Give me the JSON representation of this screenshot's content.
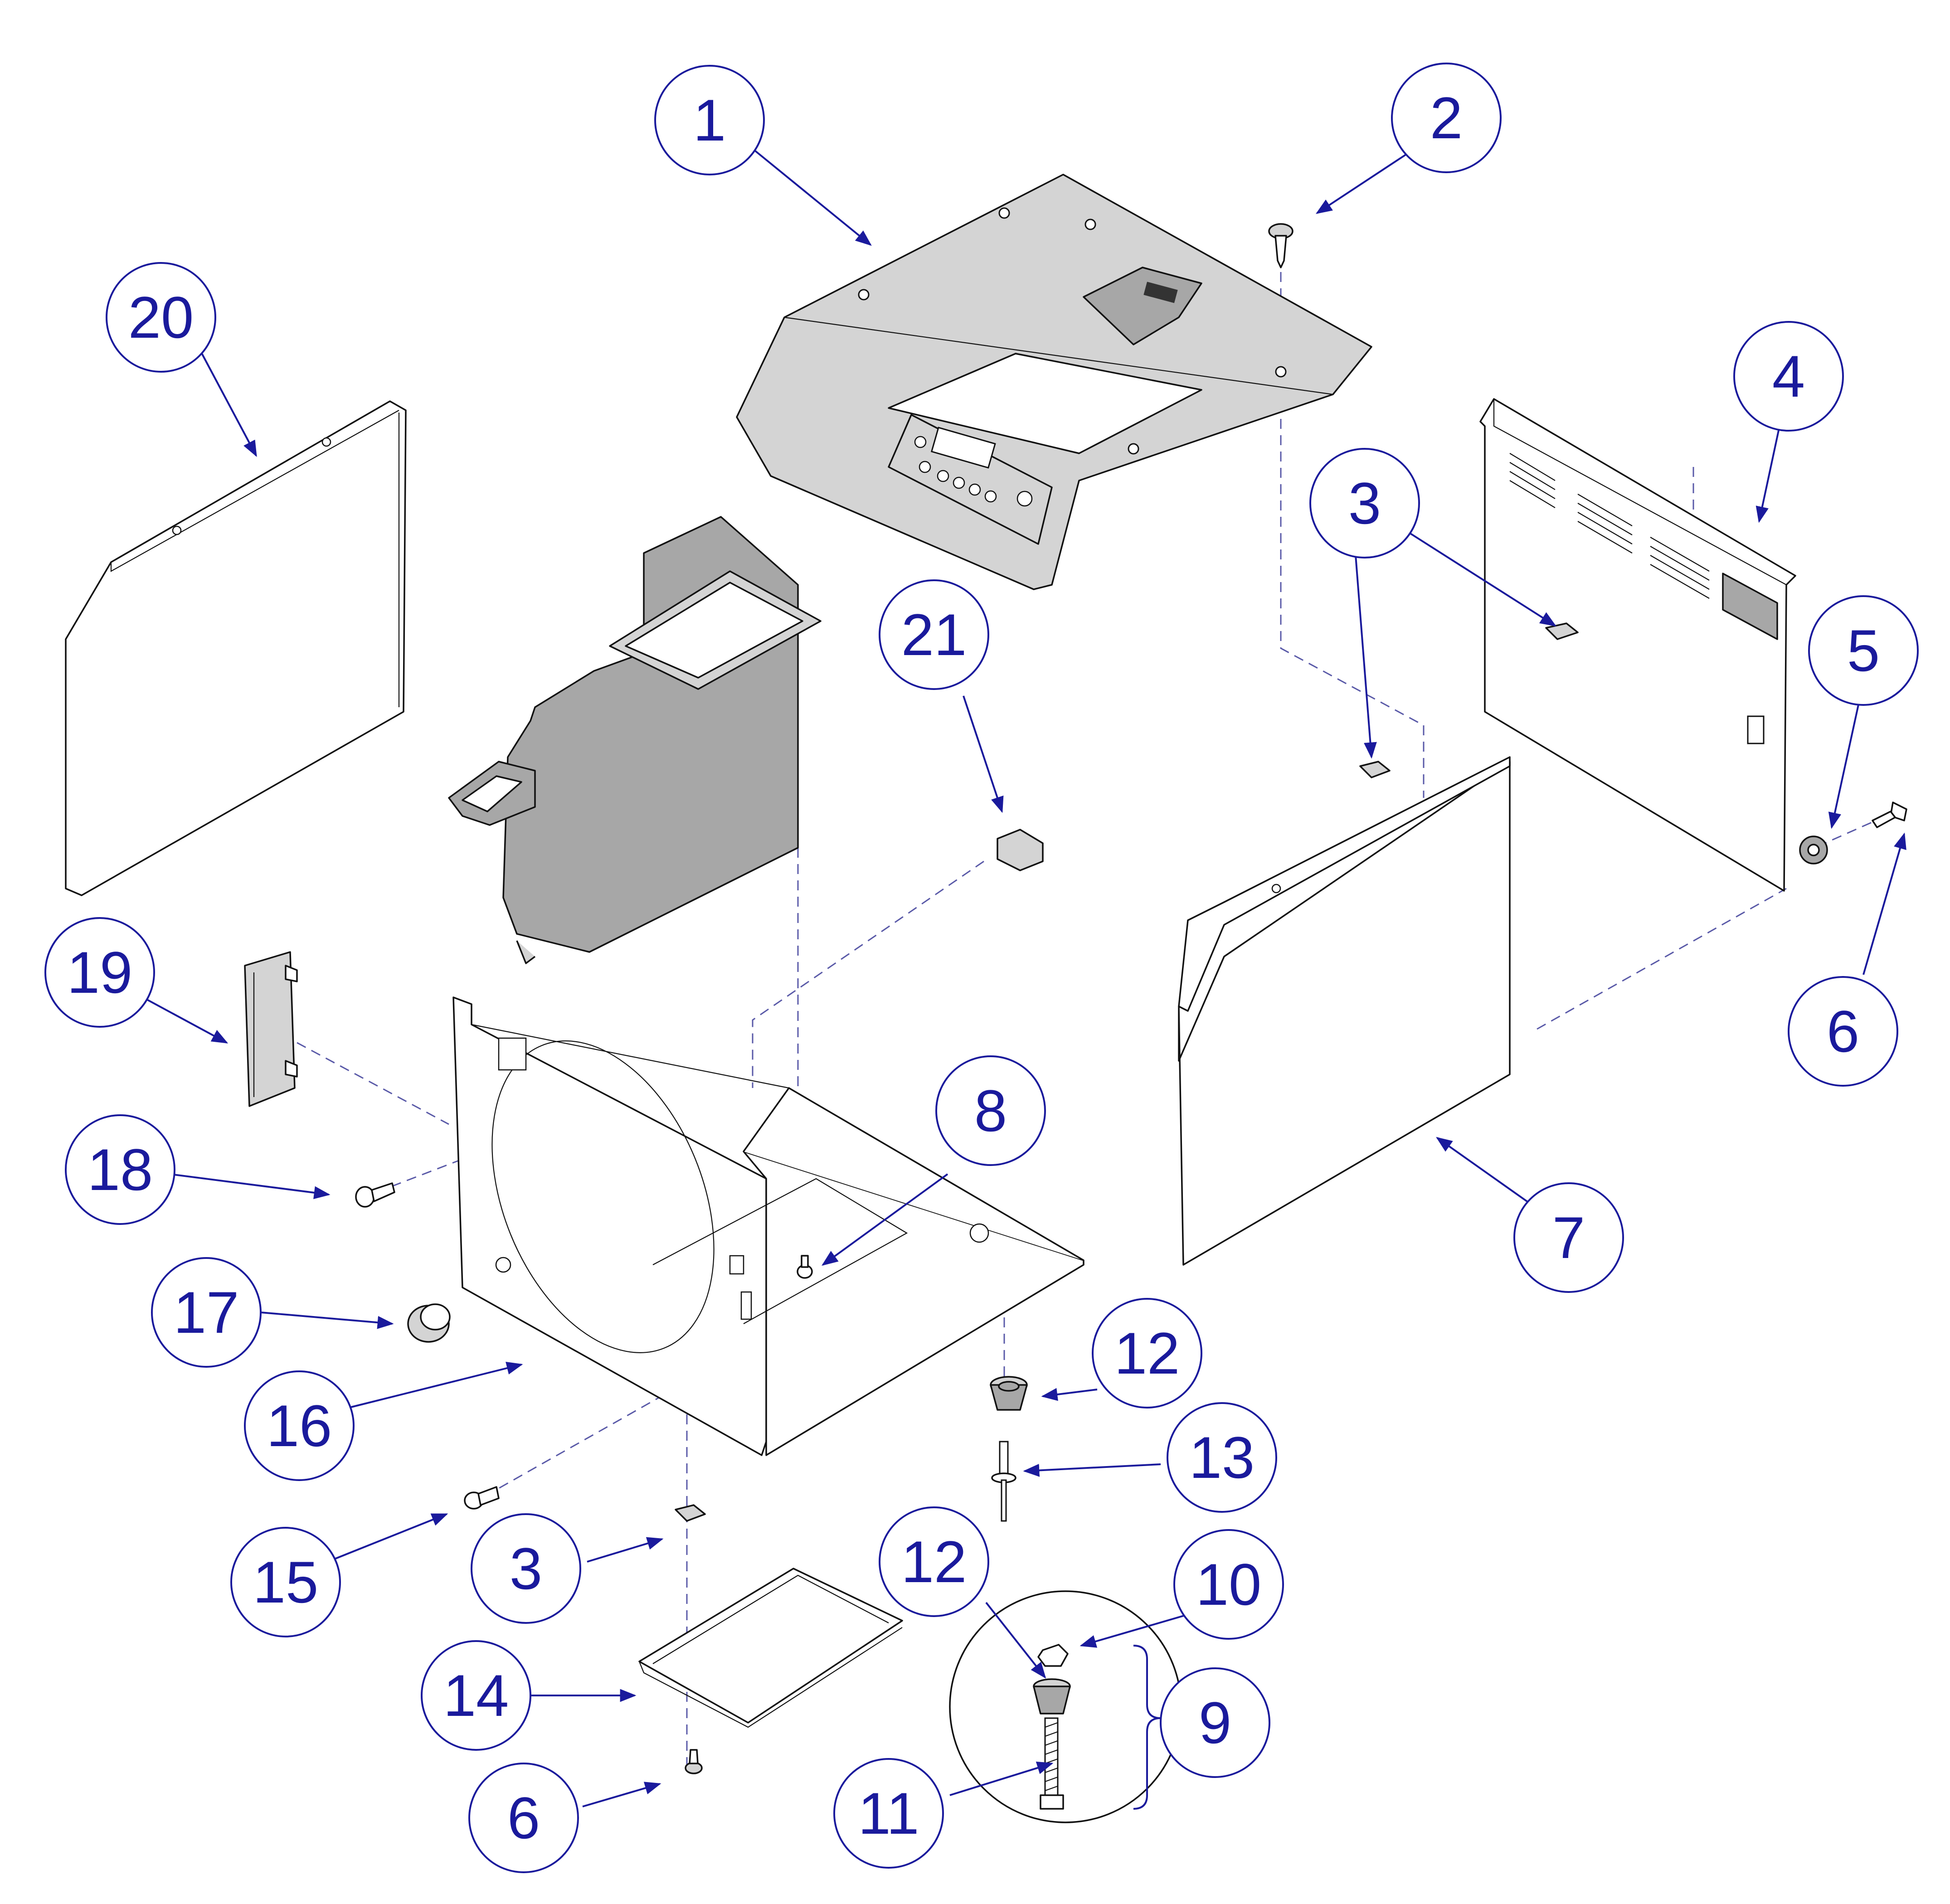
{
  "diagram": {
    "callout_color": "#1a1a9c",
    "callouts": [
      {
        "id": "c1",
        "label": "1"
      },
      {
        "id": "c2",
        "label": "2"
      },
      {
        "id": "c3a",
        "label": "3"
      },
      {
        "id": "c3b",
        "label": "3"
      },
      {
        "id": "c3c",
        "label": "3"
      },
      {
        "id": "c4",
        "label": "4"
      },
      {
        "id": "c5",
        "label": "5"
      },
      {
        "id": "c6a",
        "label": "6"
      },
      {
        "id": "c6b",
        "label": "6"
      },
      {
        "id": "c7",
        "label": "7"
      },
      {
        "id": "c8",
        "label": "8"
      },
      {
        "id": "c9",
        "label": "9"
      },
      {
        "id": "c10",
        "label": "10"
      },
      {
        "id": "c11",
        "label": "11"
      },
      {
        "id": "c12a",
        "label": "12"
      },
      {
        "id": "c12b",
        "label": "12"
      },
      {
        "id": "c13",
        "label": "13"
      },
      {
        "id": "c14",
        "label": "14"
      },
      {
        "id": "c15",
        "label": "15"
      },
      {
        "id": "c16",
        "label": "16"
      },
      {
        "id": "c17",
        "label": "17"
      },
      {
        "id": "c18",
        "label": "18"
      },
      {
        "id": "c19",
        "label": "19"
      },
      {
        "id": "c20",
        "label": "20"
      },
      {
        "id": "c21",
        "label": "21"
      }
    ]
  }
}
